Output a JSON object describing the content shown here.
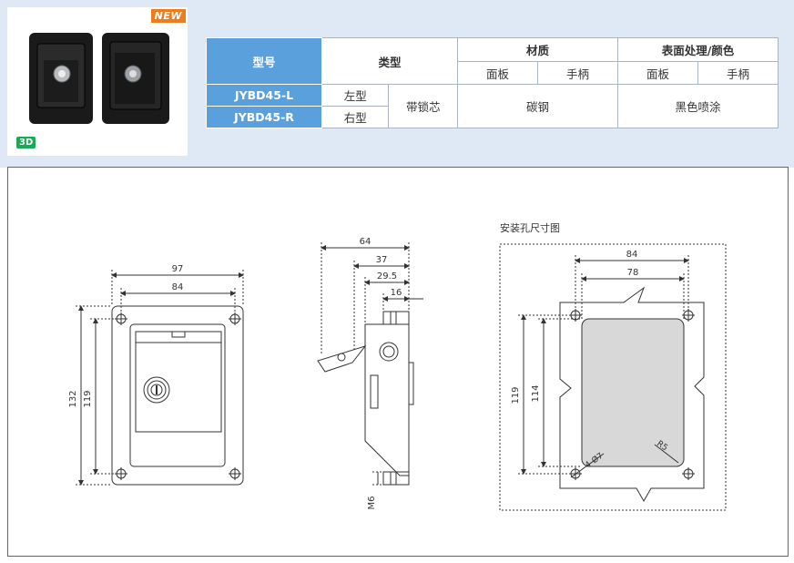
{
  "badges": {
    "new": "NEW",
    "three_d": "3D"
  },
  "table": {
    "headers": {
      "model": "型号",
      "type": "类型",
      "material": "材质",
      "surface": "表面处理/颜色",
      "panel": "面板",
      "handle": "手柄"
    },
    "rows": [
      {
        "model": "JYBD45-L",
        "type": "左型"
      },
      {
        "model": "JYBD45-R",
        "type": "右型"
      }
    ],
    "lock_type": "带锁芯",
    "material_value": "碳钢",
    "surface_value": "黑色喷涂"
  },
  "drawings": {
    "front": {
      "width_outer": "97",
      "width_inner": "84",
      "height_outer": "132",
      "height_inner": "119"
    },
    "side": {
      "d64": "64",
      "d37": "37",
      "d29_5": "29.5",
      "d16": "16",
      "thread": "M6"
    },
    "mount": {
      "title": "安装孔尺寸图",
      "w84": "84",
      "w78": "78",
      "h119": "119",
      "h114": "114",
      "holes": "4-Ø7",
      "radius": "R5"
    }
  },
  "colors": {
    "header_blue": "#5aa0dd",
    "panel_bg": "#dfe9f5",
    "new_orange": "#ee7c1c",
    "green_3d": "#1aaa55"
  }
}
